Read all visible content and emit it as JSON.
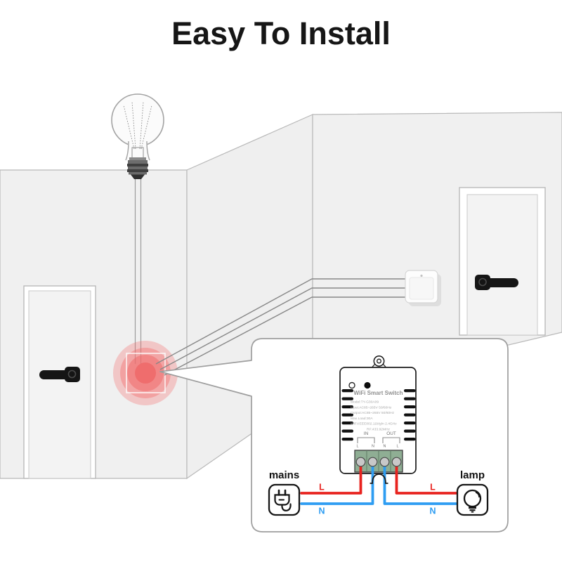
{
  "page": {
    "title": "Easy To Install"
  },
  "colors": {
    "wire_live_red": "#e8231f",
    "wire_neutral_blue": "#2e9df2",
    "terminal_block_green": "#8fae94",
    "highlight_glow_red": "#f26d6d",
    "wall_gray": "#f0f0f0"
  },
  "device": {
    "name": "WiFi Smart Switch",
    "specs": [
      "Model:TY-G30A09",
      "Input:AC85~265V 50/60Hz",
      "Output:AC85~265V 50/60Hz",
      "Max.Load:30A",
      "WiFi:IEEE802.11b/g/n 2.4GHz",
      "RF:433.92MHz"
    ],
    "terminals": {
      "in_label": "IN",
      "out_label": "OUT",
      "pins": [
        "L",
        "N",
        "N",
        "L"
      ]
    }
  },
  "wiring": {
    "mains_label": "mains",
    "lamp_label": "lamp",
    "mains_live": "L",
    "mains_neutral": "N",
    "lamp_live": "L",
    "lamp_neutral": "N"
  }
}
